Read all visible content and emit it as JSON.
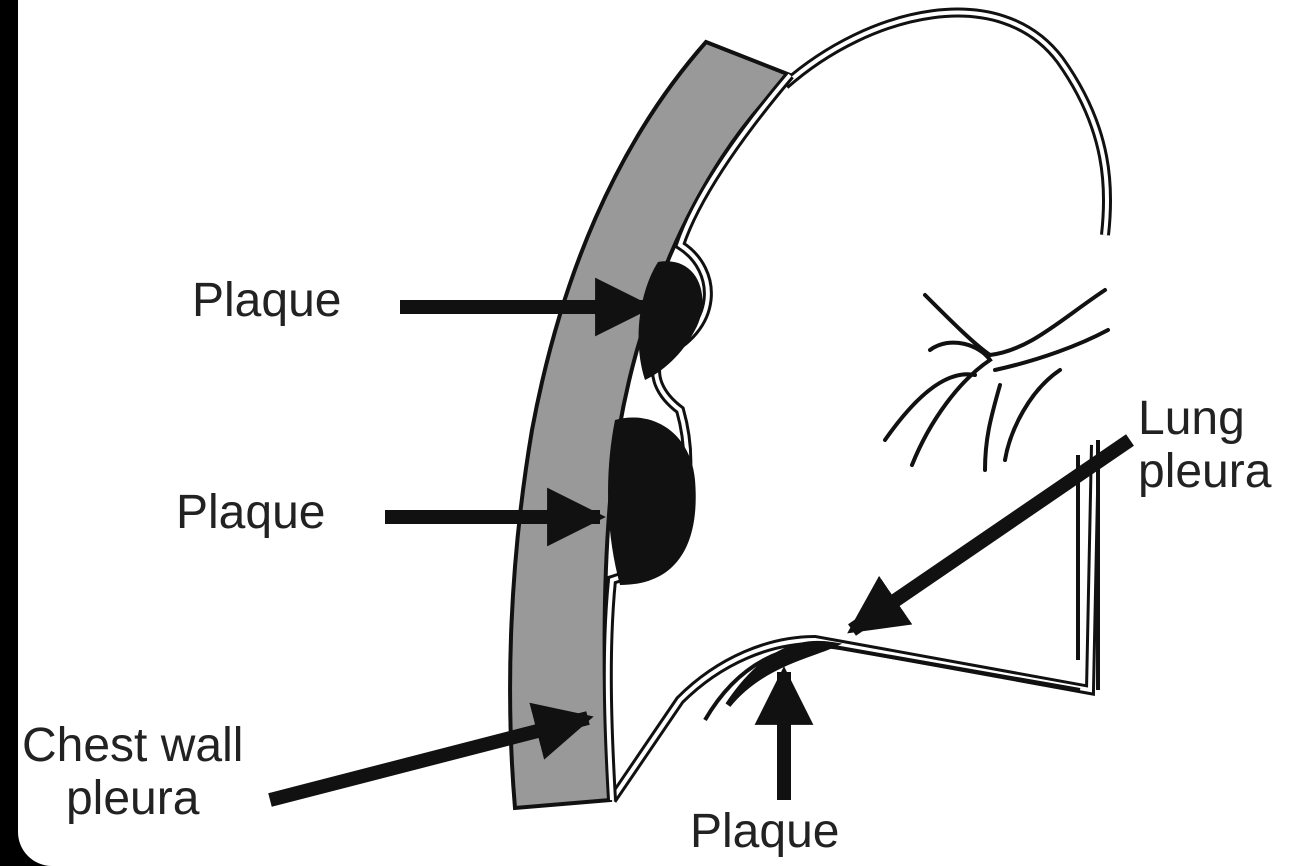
{
  "colors": {
    "background": "#000000",
    "panel": "#ffffff",
    "chest_wall": "#999999",
    "plaque": "#111111",
    "outline": "#111111"
  },
  "labels": {
    "plaque_upper": "Plaque",
    "plaque_middle": "Plaque",
    "plaque_bottom": "Plaque",
    "chest_wall_pleura": "Chest wall\npleura",
    "lung_pleura": "Lung\npleura"
  }
}
